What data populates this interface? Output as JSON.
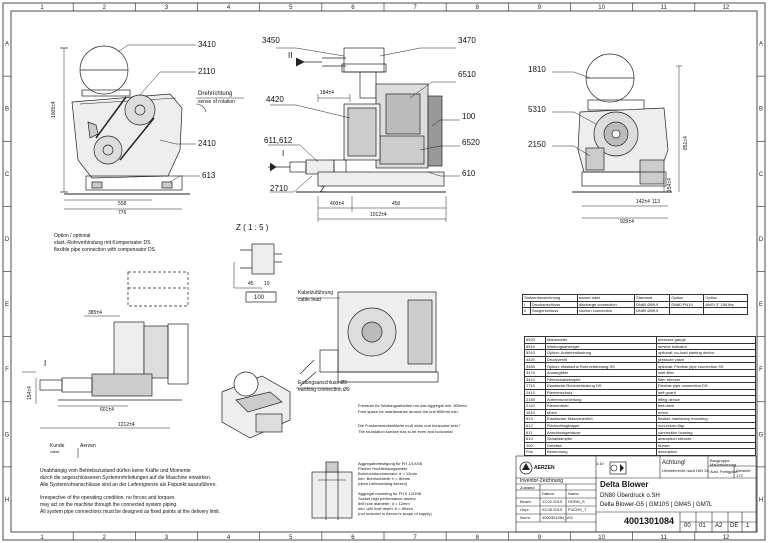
{
  "grid": {
    "columns": [
      "1",
      "2",
      "3",
      "4",
      "5",
      "6",
      "7",
      "8",
      "9",
      "10",
      "11",
      "12"
    ],
    "rows": [
      "A",
      "B",
      "C",
      "D",
      "E",
      "F",
      "G",
      "H"
    ]
  },
  "balloons": {
    "left_view": [
      "3410",
      "2110",
      "2410",
      "613"
    ],
    "center_view": [
      "3450",
      "3470",
      "6510",
      "4420",
      "100",
      "611,612",
      "6520",
      "610",
      "2710"
    ],
    "right_view": [
      "1810",
      "5310",
      "2150"
    ]
  },
  "labels": {
    "rotation_de": "Drehrichtung",
    "rotation_en": "sense of rotation",
    "view_II": "II",
    "view_I": "I",
    "view_Z": "Z",
    "detail_title": "Z ( 1 : 5 )",
    "cable_de": "Kabelzuführung",
    "cable_en": "cable lead",
    "earth_de": "Erdungsanschluss Ø9",
    "earth_en": "earthing connection Ø9",
    "option_de": "Option / optional",
    "option_line2": "elast. Rohrverbindung mit Kompensator DS",
    "option_line3": "flexible pipe connection with compensator DS",
    "free_space_de": "Freiraum für Wartungsarbeiten um das Aggregat min. 800mm",
    "free_space_en": "Free space for maintenance around the unit 800mm min.",
    "foundation_de": "Die Fundamentoberfläche muß eben und horizontal sein !",
    "foundation_en": "The foundation surface has to be even and horizontal",
    "customer": "Kunde",
    "customer_en": "client",
    "aerzen": "Aerzen",
    "forces_p1_l1": "Unabhängig vom Betriebszustand dürfen keine Kräfte und Momente",
    "forces_p1_l2": "durch die angeschlossenen Systemrohrleitungen auf die Maschine einwirken.",
    "forces_p1_l3": "Alle Systemrohranschlüsse sind an der Lieferngrenze als Fixpunkt auszuführen.",
    "forces_p2_l1": "Irrespective of the operating condition, no forces and torques",
    "forces_p2_l2": "may act on the machine through the connected system piping.",
    "forces_p2_l3": "All system pipe connections must be designed as fixed points at the delivery limit.",
    "fh_title": "Aggregatbefestigung für FH 1/1X/08",
    "fh_l1": "Fischer Hochleistungsanker",
    "fh_l2": "Bohrlochdurchmesser: d = 12mm",
    "fh_l3": "min. Bohrlochtiefe: h = 80mm",
    "fh_l4": "(nicht Lieferumfang Aerzen)",
    "fh_en_title": "Aggregat mounting for FH II 12/10B",
    "fh_en_l1": "Socket high performance anchor",
    "fh_en_l2": "drill hole diameter: d = 12mm",
    "fh_en_l3": "min. drill hole depth: h = 80mm",
    "fh_en_l4": "(not included in Aerzen's scope of supply)"
  },
  "dimensions": {
    "left_height": "1005±4",
    "left_w1": "558",
    "left_w2": "776",
    "center_top": "184±4",
    "center_w1": "400±4",
    "center_w2": "450",
    "center_w3": "1012±4",
    "right_height": "851±4",
    "right_h2": "154±4",
    "right_w1": "142±4",
    "right_w2": "113",
    "right_w3": "929±4",
    "detail_h": "45",
    "detail_w1": "10",
    "detail_w2": "100",
    "bl_top": "385±4",
    "bl_side": "154±4",
    "bl_w1": "601±4",
    "bl_w2": "1212±4"
  },
  "connection_table": {
    "headers": [
      "Stutzenbezeichnung",
      "socket label",
      "Standard",
      "Option",
      "Option"
    ],
    "rows": [
      [
        "I",
        "Druckanschluss",
        "discharge connection",
        "DN80 Ø89,9",
        "DN80 PN10",
        "ANSI 3\" 150 lbs"
      ],
      [
        "II",
        "Saugerschluss",
        "suction connection",
        "DN80 Ø89,9",
        "",
        ""
      ]
    ]
  },
  "parts_list": [
    [
      "6520",
      "Manometer",
      "pressure gauge"
    ],
    [
      "6510",
      "Wartungsanzeiger",
      "service indicator"
    ],
    [
      "5310",
      "Option: Anfahrentlastung",
      "optional: no-load starting device"
    ],
    [
      "4420",
      "Druckventil",
      "pressure valve"
    ],
    [
      "3450",
      "Option: elastische Rohrverbindung SS",
      "optional: Flexible pipe connection SS"
    ],
    [
      "3470",
      "Ansaugfilter",
      "inlet filter"
    ],
    [
      "3410",
      "Filterschalldämpfer",
      "filter silencer"
    ],
    [
      "2710",
      "Elastische Rohrverbindung DS",
      "Flexible pipe connection DS"
    ],
    [
      "2410",
      "Riemenschutz",
      "belt guard"
    ],
    [
      "2150",
      "Antriebsvorrichtung",
      "lifting device"
    ],
    [
      "2110",
      "Riementrieb",
      "belt drive"
    ],
    [
      "1810",
      "Motor",
      "motor"
    ],
    [
      "613",
      "Elastischer Maschinenfuß",
      "flexible machinery mounting"
    ],
    [
      "612",
      "Rückschlagklappe",
      "non-return-flap"
    ],
    [
      "611",
      "Anschlussgehäuse",
      "connection housing"
    ],
    [
      "610",
      "Schalldämpfer",
      "absorption silencer"
    ],
    [
      "100",
      "Gebläse",
      "blower"
    ],
    [
      "Pos",
      "Benennung",
      "description"
    ]
  ],
  "title_block": {
    "company": "AERZEN",
    "scale": "1:10",
    "achtung_de": "Achtung!",
    "achtung_en": "Urheberrecht nach DIN 34",
    "drawn_by": "Inventor-Zeichnung",
    "state": "Zustand",
    "date_label": "Datum",
    "name_label": "Name",
    "drawn_label": "Bearb.",
    "drawn_date": "13.02.2013",
    "drawn_name": "HORN_S",
    "checked_label": "Gepr.",
    "checked_date": "03.05.2013",
    "checked_name": "FUCHS_T",
    "norm_label": "Norm",
    "replacement": "4000301084_v01",
    "title1": "Delta Blower",
    "title2": "DN80 Überdruck o.SH",
    "title3": "Delta Blower-G5 | GM10S | GM4S | GM7L",
    "drawing_no": "4001301084",
    "rev": "00",
    "sheet": "01",
    "format": "A2",
    "lang": "DE",
    "sheets": "1",
    "group_label": "Baugruppe",
    "group": "Maßzeichnung",
    "dept": "Ausl. Fertigplan",
    "weight_label": "Gewicht",
    "weight": "172"
  }
}
